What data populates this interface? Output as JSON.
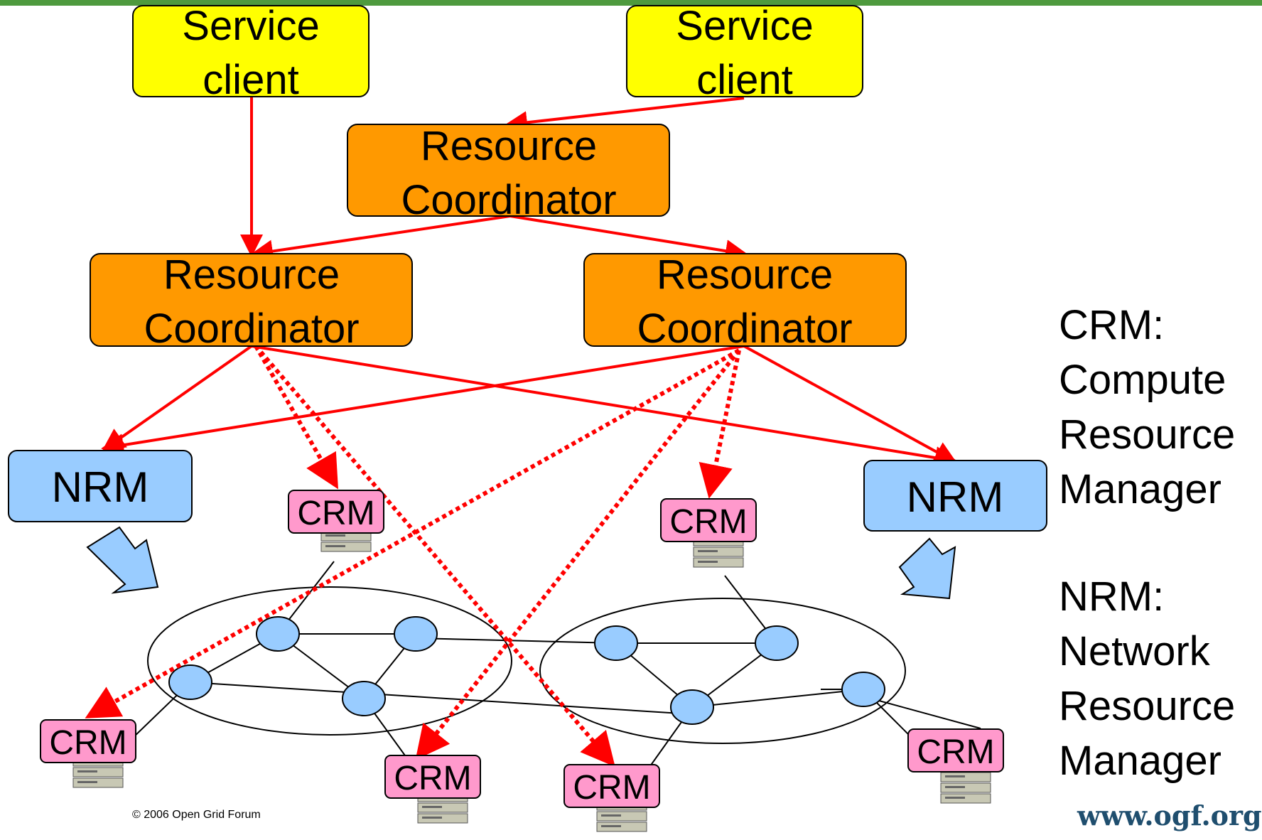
{
  "diagram": {
    "service_clients": [
      {
        "line1": "Service",
        "line2": "client"
      },
      {
        "line1": "Service",
        "line2": "client"
      }
    ],
    "resource_coordinators": [
      {
        "line1": "Resource",
        "line2": "Coordinator"
      },
      {
        "line1": "Resource",
        "line2": "Coordinator"
      },
      {
        "line1": "Resource",
        "line2": "Coordinator"
      }
    ],
    "nrm_nodes": [
      {
        "label": "NRM"
      },
      {
        "label": "NRM"
      }
    ],
    "crm_nodes": [
      {
        "label": "CRM"
      },
      {
        "label": "CRM"
      },
      {
        "label": "CRM"
      },
      {
        "label": "CRM"
      },
      {
        "label": "CRM"
      },
      {
        "label": "CRM"
      }
    ],
    "colors": {
      "service_client_fill": "#ffff00",
      "coordinator_fill": "#ff9900",
      "nrm_fill": "#99ccff",
      "crm_fill": "#ff99cc",
      "arrow": "#ff0000",
      "network_node": "#99ccff",
      "top_bar": "#4e9a3e"
    }
  },
  "legend": {
    "crm": "CRM:\nCompute\nResource\nManager",
    "nrm": "NRM:\nNetwork\nResource\nManager"
  },
  "footer": {
    "copyright": "© 2006 Open Grid Forum",
    "url": "www.ogf.org"
  }
}
